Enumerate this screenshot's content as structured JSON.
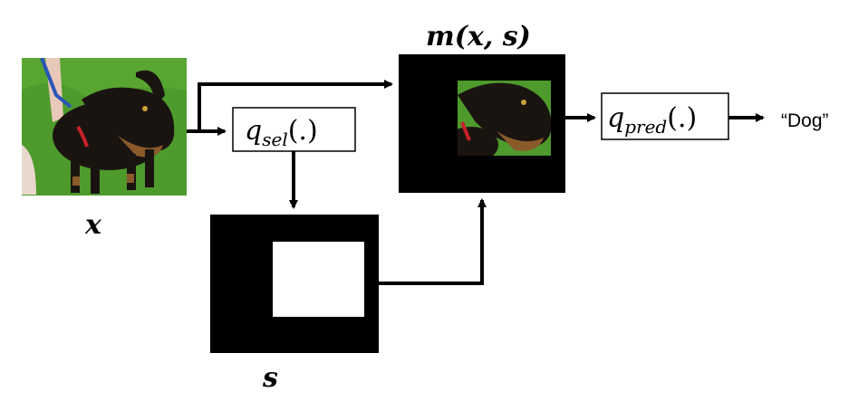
{
  "labels": {
    "input_var": "x",
    "selection_var": "s",
    "masked_left": "m(",
    "masked_x": "x",
    "masked_comma": ", ",
    "masked_s": "s",
    "masked_right": ")",
    "output": "“Dog”"
  },
  "functions": {
    "selector": {
      "base": "q",
      "sub": "sel",
      "args": "(.)"
    },
    "predictor": {
      "base": "q",
      "sub": "pred",
      "args": "(.)"
    }
  },
  "colors": {
    "mask": "#000000",
    "hole": "#ffffff",
    "grass": "#4e9a2c",
    "dog": "#1a1411",
    "tan": "#8a5a2b"
  }
}
